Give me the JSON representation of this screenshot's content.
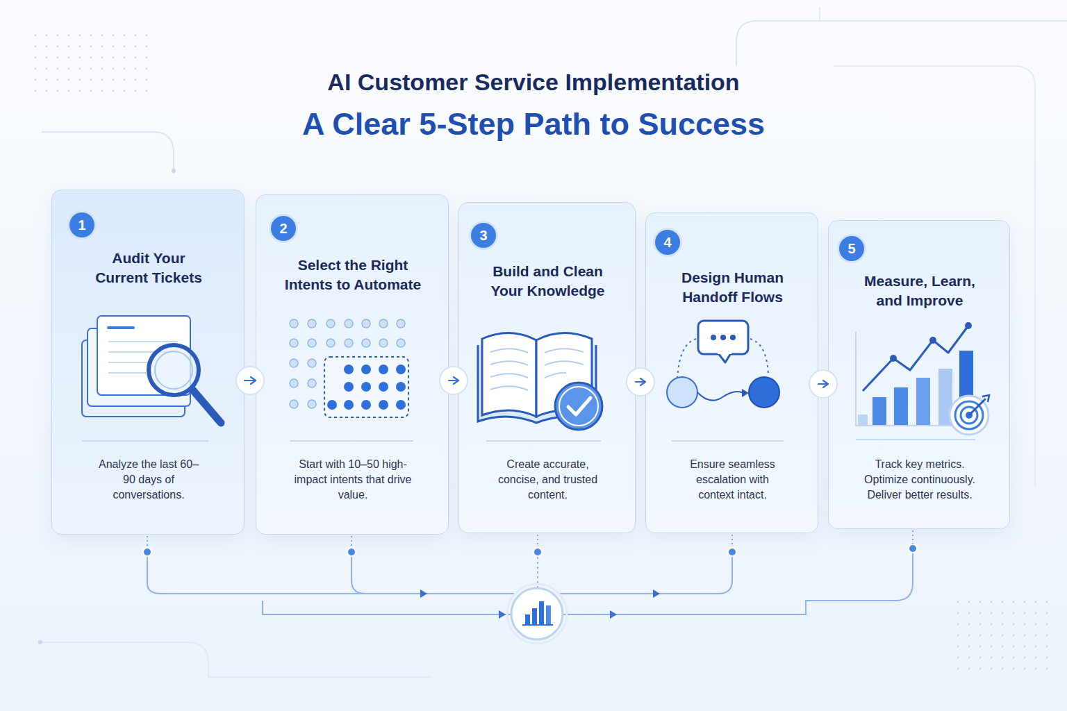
{
  "diagram": {
    "title": "AI Customer Service Implementation",
    "nodes": [
      {
        "text": [
          "Audit Your Current Tickets",
          "Analyze the last 60–90 days of conversations."
        ]
      },
      {
        "text": [
          "1"
        ],
        "in": 0
      },
      {
        "text": [
          "Select the Right Intents to Automate",
          "Start with 10–50 high-impact intents that drive value."
        ]
      },
      {
        "text": [
          "2"
        ],
        "in": 2
      },
      {
        "text": [
          "Build and Clean Your Knowledge",
          "Create accurate, concise, and trusted content."
        ]
      },
      {
        "text": [
          "3"
        ],
        "in": 4
      },
      {
        "text": [
          "Design Human Handoff Flows",
          "Ensure seamless escalation with context intact."
        ]
      },
      {
        "text": [
          "4"
        ],
        "in": 6
      },
      {
        "text": [
          "Measure, Learn, and Improve",
          "Track key metrics. Optimize continuously. Deliver better results."
        ]
      },
      {
        "text": [
          "5"
        ],
        "in": 8
      }
    ],
    "edges": [
      {
        "from": 0,
        "to": 2,
        "arrow": "to"
      },
      {
        "from": 2,
        "to": 4,
        "arrow": "to"
      },
      {
        "from": 4,
        "to": 6,
        "arrow": "to"
      },
      {
        "from": 6,
        "to": 8,
        "arrow": "to"
      }
    ],
    "labels": [
      "A Clear 5-Step Path to Success"
    ]
  }
}
